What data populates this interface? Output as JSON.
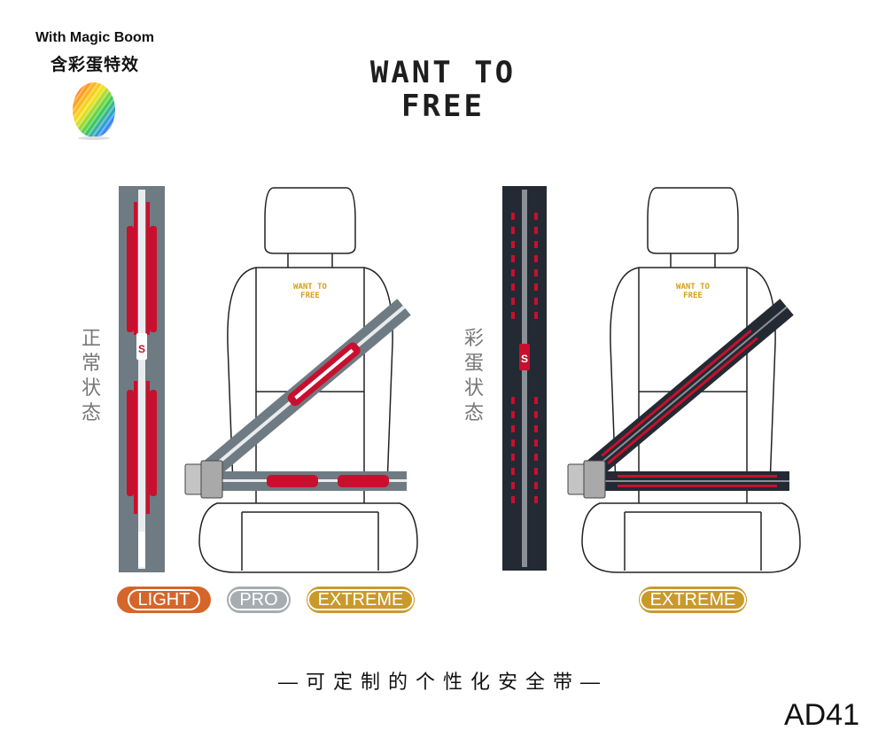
{
  "magic_boom": {
    "label_en": "With Magic Boom",
    "label_cn": "含彩蛋特效",
    "icon": "rainbow-egg-icon"
  },
  "title": {
    "line1": "WANT TO",
    "line2": "FREE"
  },
  "seat_logo": {
    "line1": "WANT TO",
    "line2": "FREE"
  },
  "panels": [
    {
      "side_label": "正常状态",
      "belt_style": "grey-red",
      "buckle_mark": "S"
    },
    {
      "side_label": "彩蛋状态",
      "belt_style": "dark-red",
      "buckle_mark": "S"
    }
  ],
  "badges": {
    "light": "LIGHT",
    "pro": "PRO",
    "extreme_left": "EXTREME",
    "extreme_right": "EXTREME"
  },
  "colors": {
    "light": "#d5662b",
    "pro": "#a6acb0",
    "extreme": "#c99a2a",
    "belt_grey": "#6f7b83",
    "belt_dark": "#232a33",
    "accent_red": "#c8102e",
    "logo_gold": "#d4a017"
  },
  "slogan": "—可定制的个性化安全带—",
  "product_code": "AD41"
}
